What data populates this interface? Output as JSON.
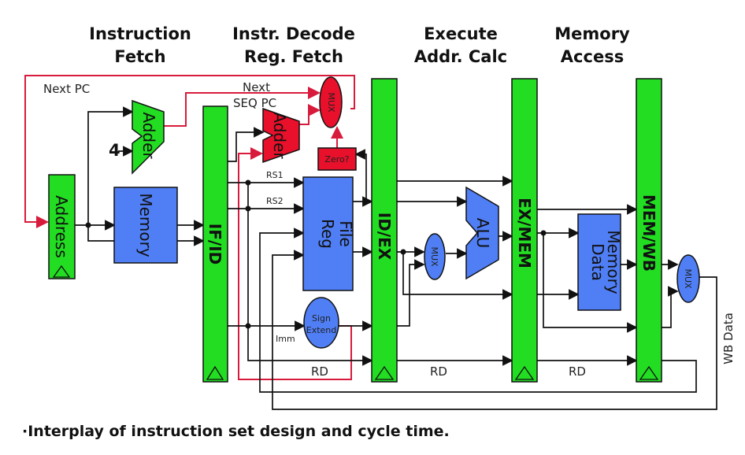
{
  "stages": {
    "fetch": [
      "Instruction",
      "Fetch"
    ],
    "decode": [
      "Instr. Decode",
      "Reg. Fetch"
    ],
    "execute": [
      "Execute",
      "Addr. Calc"
    ],
    "memory": [
      "Memory",
      "Access"
    ]
  },
  "labels": {
    "next_pc": "Next PC",
    "next_seq_pc_1": "Next",
    "next_seq_pc_2": "SEQ PC",
    "four": "4",
    "rs1": "RS1",
    "rs2": "RS2",
    "imm": "Imm",
    "rd1": "RD",
    "rd2": "RD",
    "rd3": "RD",
    "wb_data": "WB Data"
  },
  "blocks": {
    "address": "Address",
    "adder1": "Adder",
    "adder2": "Adder",
    "memory": "Memory",
    "if_id": "IF/ID",
    "reg_file": [
      "Reg",
      "File"
    ],
    "mux_top": "MUX",
    "zero": "Zero?",
    "sign_extend": [
      "Sign",
      "Extend"
    ],
    "id_ex": "ID/EX",
    "mux_alu": "MUX",
    "alu": "ALU",
    "ex_mem": "EX/MEM",
    "data_memory": [
      "Data",
      "Memory"
    ],
    "mem_wb": "MEM/WB",
    "mux_wb": "MUX"
  },
  "footer": "·Interplay of instruction set design and cycle time.",
  "colors": {
    "pipeline_register": "#22dd22",
    "memory_block": "#4f7ef5",
    "red_unit": "#e8102a",
    "wire_red": "#d81b3c",
    "wire_black": "#111111"
  }
}
